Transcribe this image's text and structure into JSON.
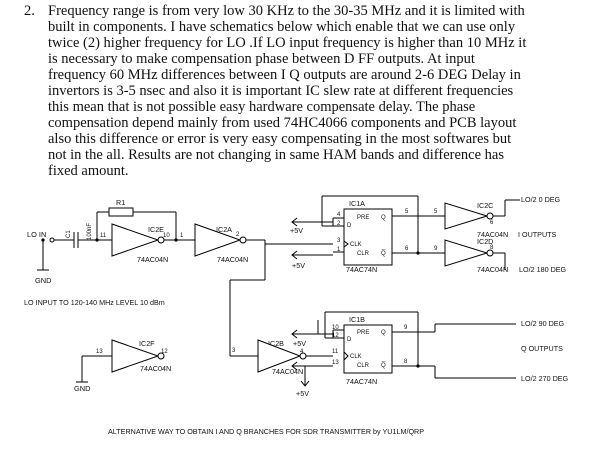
{
  "paragraph": {
    "number": "2.",
    "lines": [
      "Frequency range is from very low 30 KHz to the 30-35 MHz and it is limited with",
      "built in components. I have schematics below which enable that we can use only",
      "twice (2) higher frequency for LO .If LO input frequency is higher than 10 MHz it",
      "is necessary to make compensation phase between D FF outputs. At input",
      "frequency 60 MHz differences between I Q outputs are around 2-6 DEG Delay in",
      "invertors is 3-5 nsec and  also it is important IC slew rate at different frequencies",
      "this mean that is not possible easy hardware compensate delay. The phase",
      "compensation depend mainly from used 74HC4066 components and PCB layout",
      "also this difference or error is very easy compensating in the most softwares but",
      "not in the all. Results are not changing in same HAM bands and difference has",
      "fixed amount."
    ]
  },
  "schematic": {
    "caption": "ALTERNATIVE WAY TO OBTAIN I AND Q BRANCHES FOR SDR TRANSMITTER by YU1LM/QRP",
    "lo_input_note": "LO INPUT TO 120-140 MHz  LEVEL 10 dBm",
    "lo_in": "LO IN",
    "gnd": "GND",
    "r1": "R1",
    "c1": "C1",
    "c1_value": "100nF",
    "supply": "+5V",
    "ic2e": "IC2E",
    "ic2e_type": "74AC04N",
    "ic2a": "IC2A",
    "ic2a_type": "74AC04N",
    "ic2b": "IC2B",
    "ic2b_type": "74AC04N",
    "ic2c": "IC2C",
    "ic2d": "IC2D",
    "ic2c_type": "74AC04N",
    "ic2f": "IC2F",
    "ic2f_type": "74AC04N",
    "ic1a": "IC1A",
    "ic1a_type": "74AC74N",
    "ic1b": "IC1B",
    "ic1b_type": "74AC74N",
    "pin_pre": "PRE",
    "pin_d": "D",
    "pin_clk": "CLK",
    "pin_clr": "CLR",
    "pin_q": "Q",
    "pin_qn": "Q̅",
    "i_outputs": "I OUTPUTS",
    "q_outputs": "Q OUTPUTS",
    "lo2_0": "LO/2  0 DEG",
    "lo2_180": "LO/2  180 DEG",
    "lo2_90": "LO/2  90 DEG",
    "lo2_270": "LO/2  270 DEG",
    "pins": {
      "p1": "1",
      "p2": "2",
      "p3": "3",
      "p4": "4",
      "p5": "5",
      "p6": "6",
      "p8": "8",
      "p9": "9",
      "p10": "10",
      "p11": "11",
      "p12": "12",
      "p13": "13"
    }
  }
}
